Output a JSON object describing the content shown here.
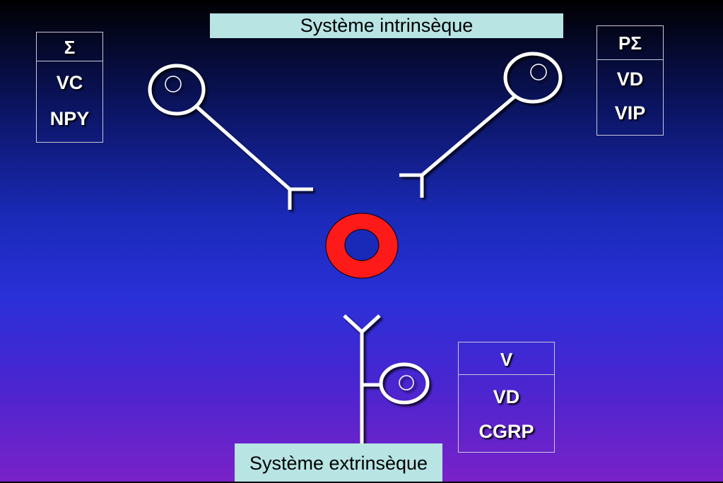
{
  "top_label": "Système intrinsèque",
  "bottom_label": "Système extrinsèque",
  "left_box": {
    "head": "Σ",
    "rows": [
      "VC",
      "NPY"
    ]
  },
  "right_top_box": {
    "head": "PΣ",
    "rows": [
      "VD",
      "VIP"
    ]
  },
  "right_bottom_box": {
    "head": "V",
    "rows": [
      "VD",
      "CGRP"
    ]
  },
  "colors": {
    "vessel": "#ff1a1a",
    "neuron": "#ffffff",
    "label_bg": "#b8e4e4"
  }
}
